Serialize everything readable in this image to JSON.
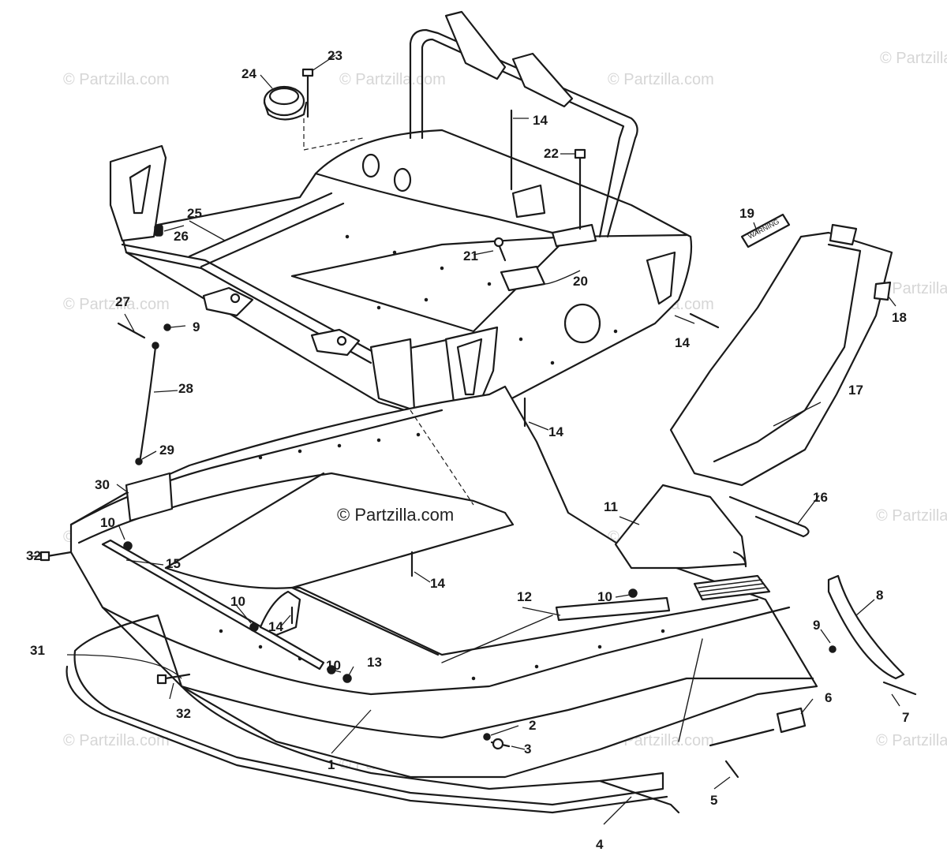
{
  "watermark": {
    "text": "© Partzilla.com",
    "center_text": "© Partzilla.com"
  },
  "decal_19_text": "WARNING",
  "callouts": {
    "c1": "1",
    "c2": "2",
    "c3": "3",
    "c4": "4",
    "c5": "5",
    "c6": "6",
    "c7": "7",
    "c8": "8",
    "c9a": "9",
    "c9b": "9",
    "c10a": "10",
    "c10b": "10",
    "c10c": "10",
    "c10d": "10",
    "c11": "11",
    "c12": "12",
    "c13": "13",
    "c14a": "14",
    "c14b": "14",
    "c14c": "14",
    "c14d": "14",
    "c14e": "14",
    "c15": "15",
    "c16": "16",
    "c17": "17",
    "c18": "18",
    "c19": "19",
    "c20": "20",
    "c21": "21",
    "c22": "22",
    "c23": "23",
    "c24": "24",
    "c25": "25",
    "c26": "26",
    "c27": "27",
    "c28": "28",
    "c29": "29",
    "c30": "30",
    "c31": "31",
    "c32a": "32",
    "c32b": "32"
  }
}
